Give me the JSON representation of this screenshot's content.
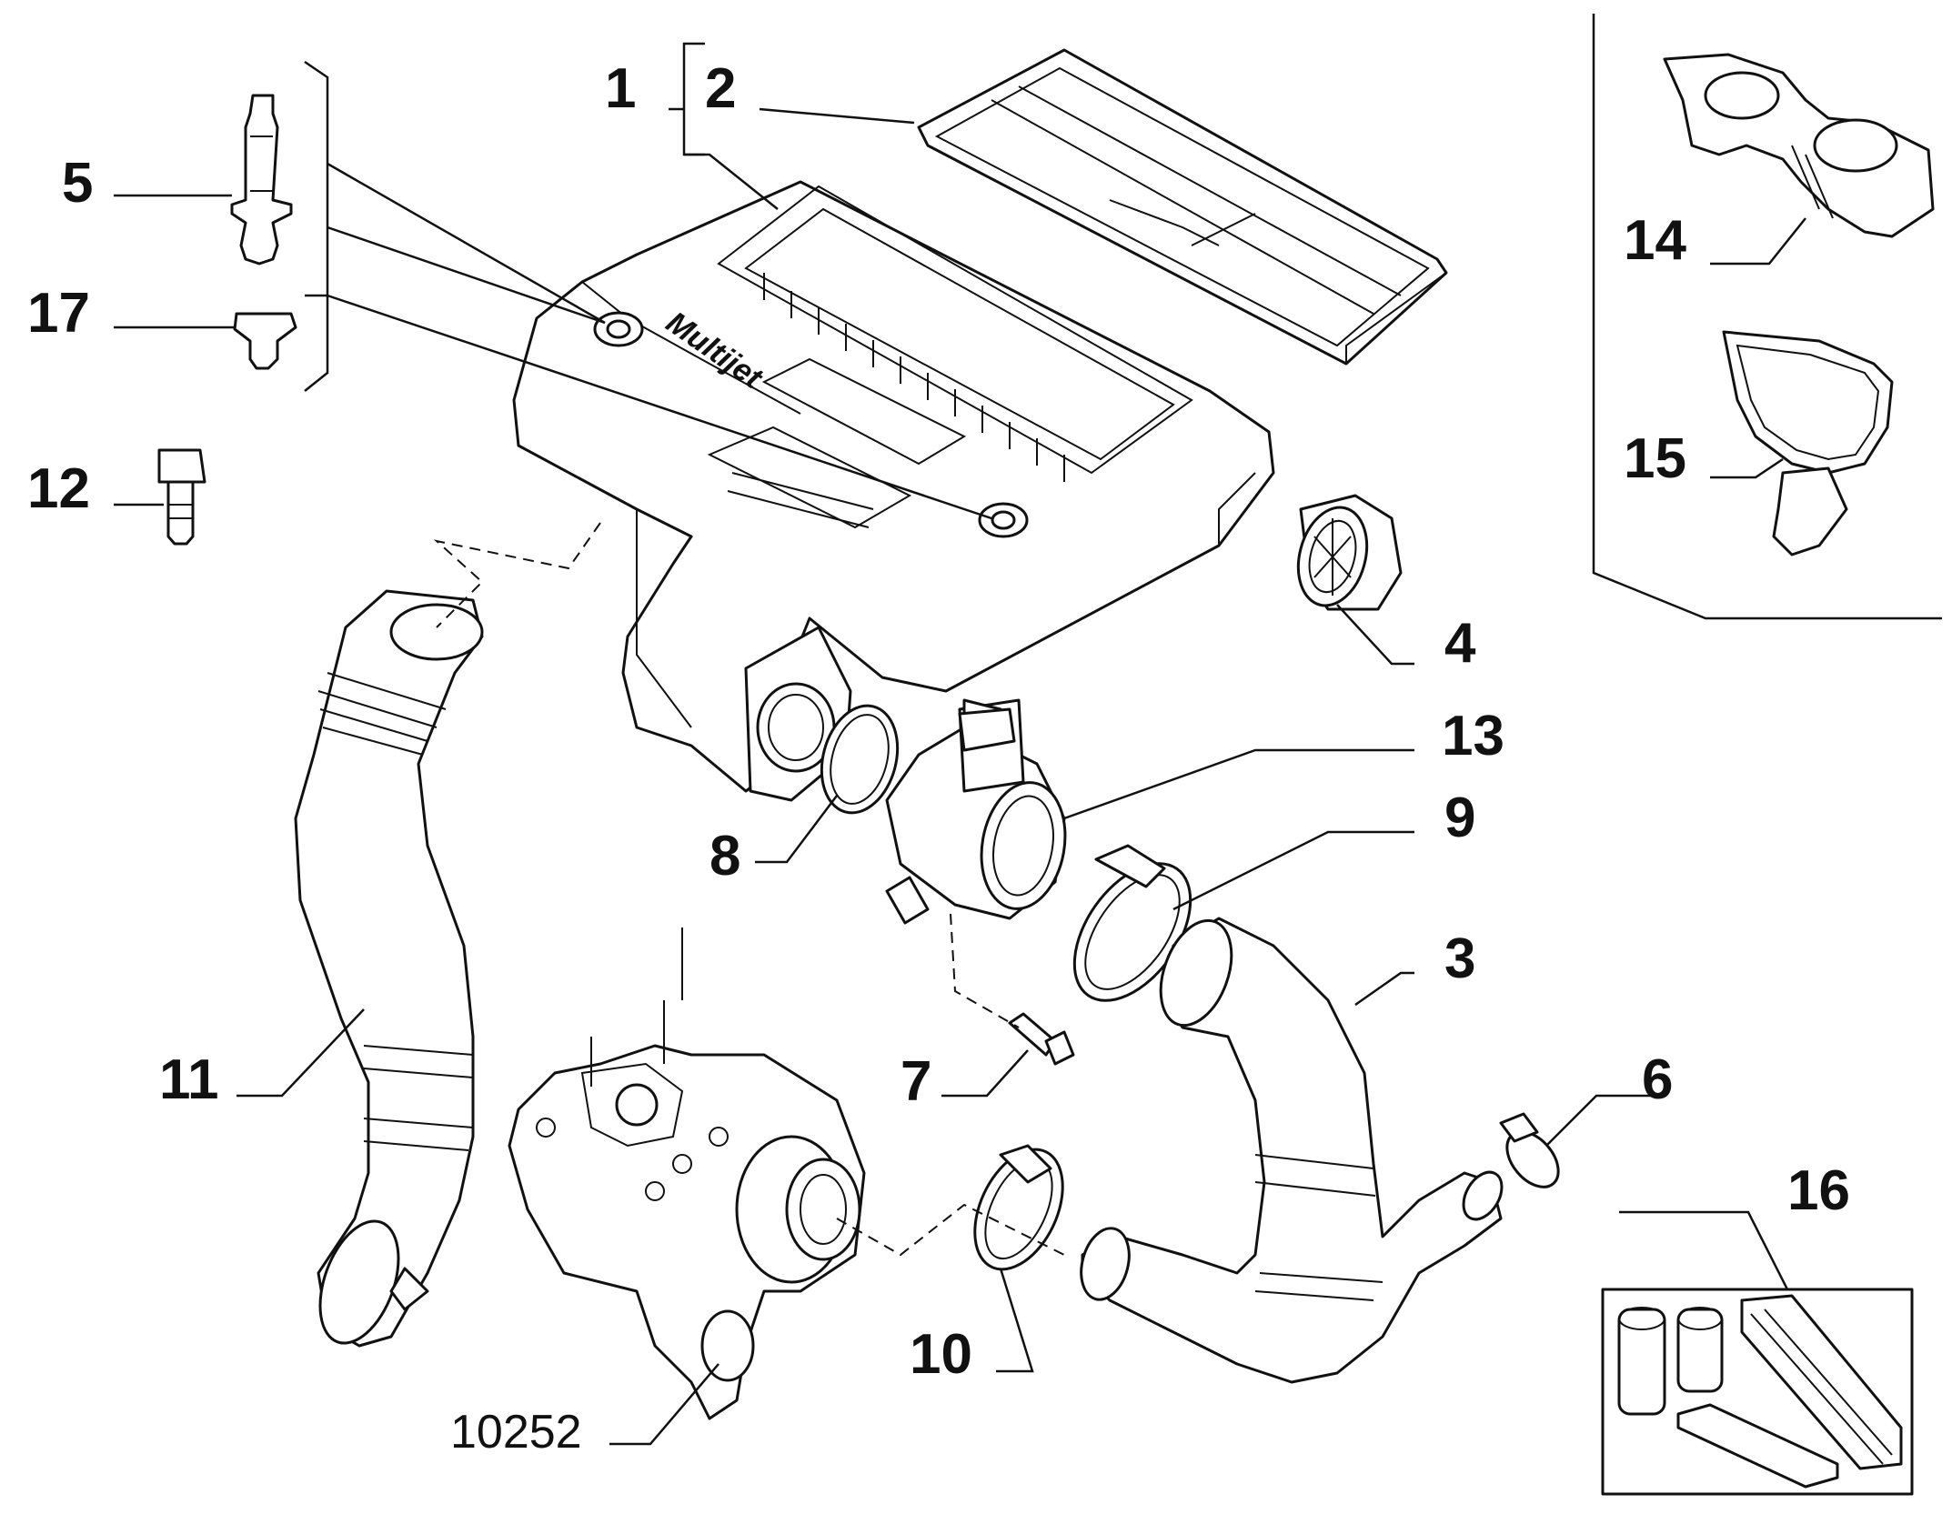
{
  "diagram": {
    "engine_cover_logo": "Multijet",
    "callouts": {
      "c1": "1",
      "c2": "2",
      "c3": "3",
      "c4": "4",
      "c5": "5",
      "c6": "6",
      "c7": "7",
      "c8": "8",
      "c9": "9",
      "c10": "10",
      "c11": "11",
      "c12": "12",
      "c13": "13",
      "c14": "14",
      "c15": "15",
      "c16": "16",
      "c17": "17"
    },
    "reference_number": "10252"
  }
}
